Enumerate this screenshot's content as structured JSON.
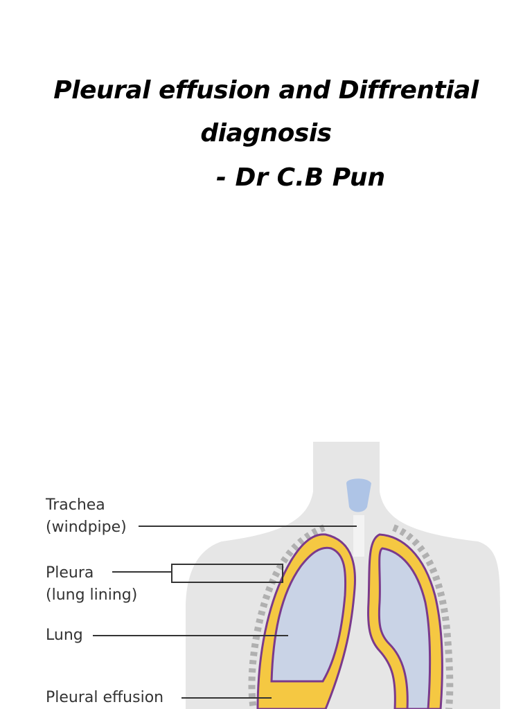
{
  "slide": {
    "title": "Pleural effusion and Diffrential diagnosis",
    "author": "- Dr C.B Pun"
  },
  "figure": {
    "labels": [
      {
        "name": "trachea",
        "line1": "Trachea",
        "line2": "(windpipe)"
      },
      {
        "name": "pleura",
        "line1": "Pleura",
        "line2": "(lung lining)"
      },
      {
        "name": "lung",
        "line1": "Lung",
        "line2": ""
      },
      {
        "name": "pleural-effusion",
        "line1": "Pleural effusion",
        "line2": ""
      }
    ],
    "colors": {
      "body": "#e6e6e6",
      "pleura": "#f5c842",
      "lung": "#c9d3e6",
      "lung_border": "#7a3a8c",
      "trachea": "#aec4e6",
      "leader_line": "#333333"
    }
  }
}
